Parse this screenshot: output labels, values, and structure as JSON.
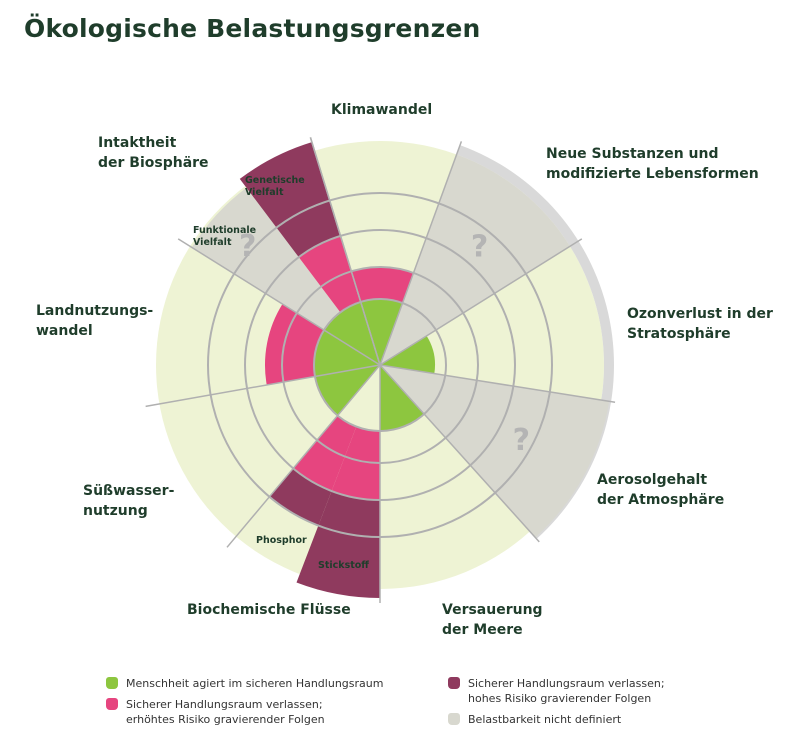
{
  "title": "Ökologische Belastungsgrenzen",
  "colors": {
    "safe": "#8dc63f",
    "increasing_risk": "#e6457f",
    "high_risk": "#8f3a5e",
    "not_defined": "#d8d8cf",
    "background": "#eef3d4",
    "ring": "#b0b0b0"
  },
  "boundaries": {
    "climate": "Klimawandel",
    "novel_entities": [
      "Neue Substanzen und",
      "modifizierte Lebensformen"
    ],
    "ozone": [
      "Ozonverlust in der",
      "Stratosphäre"
    ],
    "aerosols": [
      "Aerosolgehalt",
      "der Atmosphäre"
    ],
    "acidification": [
      "Versauerung",
      "der Meere"
    ],
    "biochemical": "Biochemische Flüsse",
    "freshwater": [
      "Süßwasser-",
      "nutzung"
    ],
    "land_use": [
      "Landnutzungs-",
      "wandel"
    ],
    "biosphere": [
      "Intaktheit",
      "der Biosphäre"
    ]
  },
  "sub_labels": {
    "genetic": [
      "Genetische",
      "Vielfalt"
    ],
    "functional": [
      "Funktionale",
      "Vielfalt"
    ],
    "phosphor": "Phosphor",
    "nitrogen": "Stickstoff"
  },
  "unknown_mark": "?",
  "legend": [
    {
      "key": "safe",
      "lines": [
        "Menschheit agiert im sicheren Handlungsraum"
      ]
    },
    {
      "key": "increasing_risk",
      "lines": [
        "Sicherer Handlungsraum verlassen;",
        "erhöhtes Risiko gravierender Folgen"
      ]
    },
    {
      "key": "high_risk",
      "lines": [
        "Sicherer Handlungsraum verlassen;",
        "hohes Risiko gravierender Folgen"
      ]
    },
    {
      "key": "not_defined",
      "lines": [
        "Belastbarkeit nicht definiert"
      ]
    }
  ]
}
